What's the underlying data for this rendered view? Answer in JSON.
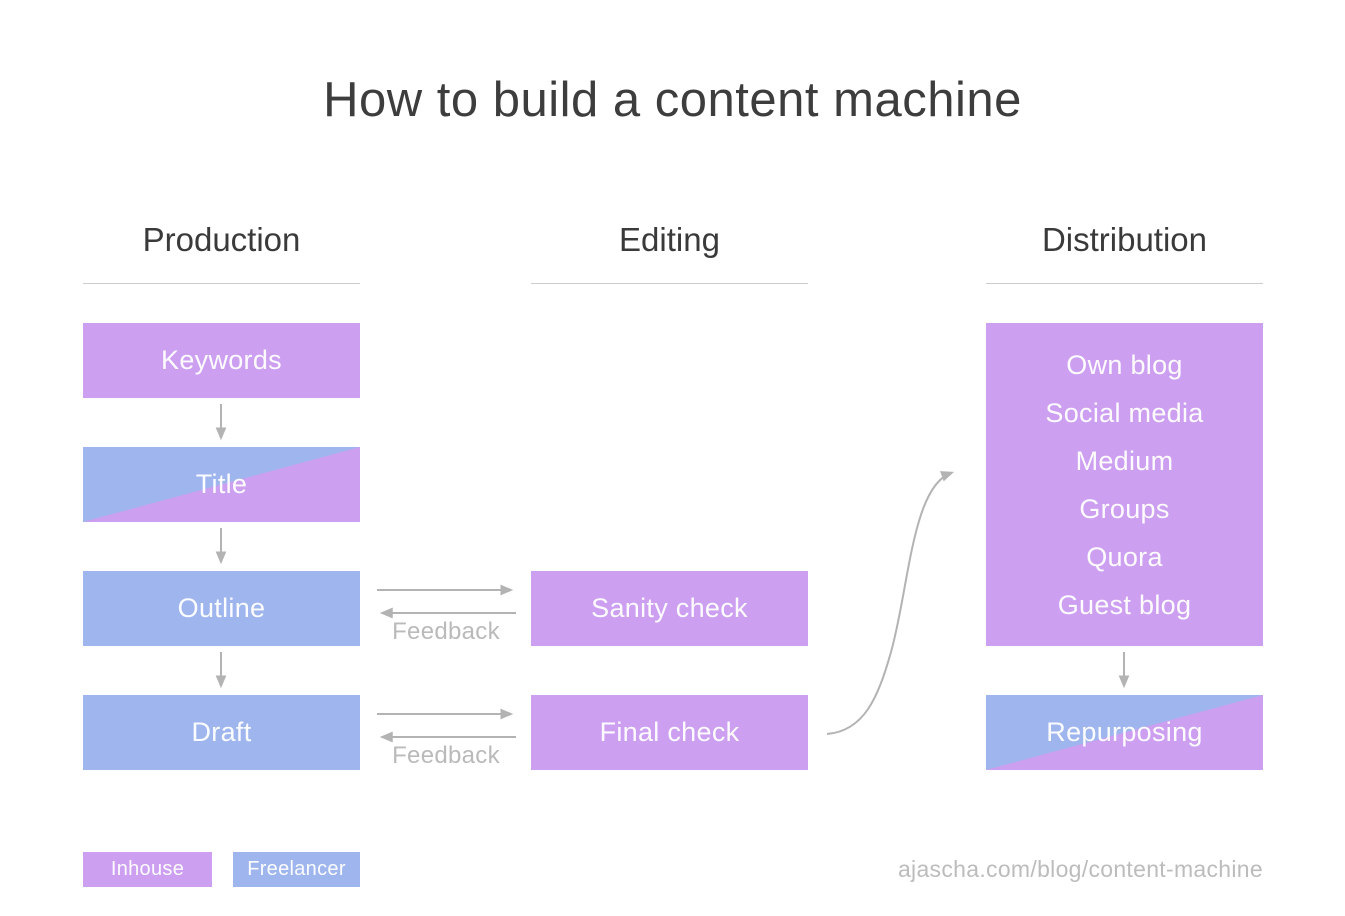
{
  "title": "How to build a content machine",
  "columns": {
    "production": "Production",
    "editing": "Editing",
    "distribution": "Distribution"
  },
  "boxes": {
    "keywords": "Keywords",
    "title_step": "Title",
    "outline": "Outline",
    "draft": "Draft",
    "sanity_check": "Sanity check",
    "final_check": "Final check",
    "repurposing": "Repurposing"
  },
  "distribution_channels": [
    "Own blog",
    "Social media",
    "Medium",
    "Groups",
    "Quora",
    "Guest blog"
  ],
  "feedback_labels": {
    "outline": "Feedback",
    "draft": "Feedback"
  },
  "legend": {
    "inhouse": "Inhouse",
    "freelancer": "Freelancer"
  },
  "footer": {
    "url": "ajascha.com/blog/content-machine"
  },
  "colors": {
    "inhouse_purple": "#cc9ff0",
    "freelancer_blue": "#9fb5ed",
    "arrow_gray": "#b3b3b3",
    "muted_text_gray": "#bcbcbc",
    "title_text": "#3d3d3d"
  }
}
